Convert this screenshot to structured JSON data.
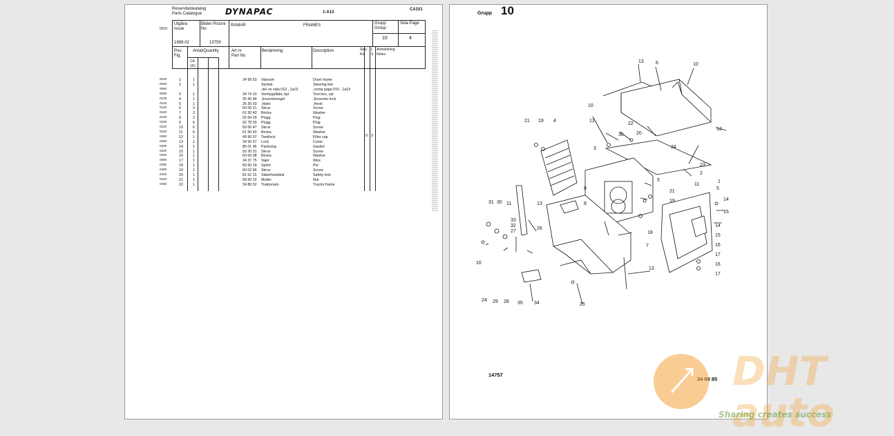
{
  "left_page": {
    "header_line1": "Reservdelskatalog",
    "header_line2": "Parts Catalogue",
    "brand": "DYNAPAC",
    "model_code": "1-A13",
    "model_code_right": "CA151",
    "page_marker": "0010",
    "issue_label": "Utgåva Issue",
    "issue_value": "1989-02",
    "picture_label": "Bilder Picture No",
    "picture_value": "13759",
    "group_sv": "RAMAR",
    "group_en": "FRAMES",
    "group_label": "Grupp Group",
    "group_value": "10",
    "page_label": "Sida Page",
    "page_value": "4",
    "col_pos": "Pos. Fig.",
    "col_qty": "Antal/Quantity",
    "col_qty_sub": "CA 151",
    "col_artnr": "Art nr Part No",
    "col_benamning": "Benämning",
    "col_description": "Description",
    "col_sats": "Sats Kit",
    "col_ls": "L S",
    "col_notes": "Anmärkning Notes",
    "rows": [
      {
        "code": "0020",
        "pos": "1",
        "qty": "1",
        "part": "34 99 53",
        "sv": "Valsram",
        "en": "Drum frame"
      },
      {
        "code": "0040",
        "pos": "2",
        "qty": "1",
        "part": "",
        "sv": "Styrled",
        "en": "Steering link"
      },
      {
        "code": "0060",
        "pos": "",
        "qty": "",
        "part": "",
        "sv": ",del se sida 010 , 1a19",
        "en": ",comp page 010 , 1a19"
      },
      {
        "code": "0080",
        "pos": "3",
        "qty": "1",
        "part": "34 74 10",
        "sv": "Verktygslåda, kpl",
        "en": "Tool box, cpl"
      },
      {
        "code": "0100",
        "pos": "4",
        "qty": "1",
        "part": "35 30 84",
        "sv": ",Excenterregel",
        "en": ",Excenter lock"
      },
      {
        "code": "0120",
        "pos": "5",
        "qty": "1",
        "part": "35 30 03",
        "sv": ",Hake",
        "en": ",Hook"
      },
      {
        "code": "0140",
        "pos": "6",
        "qty": "3",
        "part": "50 00 21",
        "sv": "Skruv",
        "en": "Screw"
      },
      {
        "code": "0160",
        "pos": "7",
        "qty": "3",
        "part": "61 50 43",
        "sv": "Bricka",
        "en": "Washer"
      },
      {
        "code": "0180",
        "pos": "8",
        "qty": "2",
        "part": "92 64 29",
        "sv": "Plugg",
        "en": "Plug"
      },
      {
        "code": "0200",
        "pos": "9",
        "qty": "6",
        "part": "92 78 93",
        "sv": "Plugg",
        "en": "Plug"
      },
      {
        "code": "0220",
        "pos": "10",
        "qty": "6",
        "part": "50 00 47",
        "sv": "Skruv",
        "en": "Screw"
      },
      {
        "code": "0240",
        "pos": "11",
        "qty": "6",
        "part": "61 50 43",
        "sv": "Bricka",
        "en": "Washer"
      },
      {
        "code": "0260",
        "pos": "12",
        "qty": "1",
        "part": "49 90 97",
        "sv": "Tanklock",
        "en": "Filler cap"
      },
      {
        "code": "0280",
        "pos": "13",
        "qty": "1",
        "part": "34 50 57",
        "sv": "Lock",
        "en": "Cover"
      },
      {
        "code": "0300",
        "pos": "14",
        "qty": "1",
        "part": "85 01 45",
        "sv": "Packning",
        "en": "Gasket"
      },
      {
        "code": "0320",
        "pos": "15",
        "qty": "1",
        "part": "50 20 31",
        "sv": "Skruv",
        "en": "Screw"
      },
      {
        "code": "0340",
        "pos": "16",
        "qty": "1",
        "part": "60 00 08",
        "sv": "Bricka",
        "en": "Washer"
      },
      {
        "code": "0360",
        "pos": "17",
        "qty": "1",
        "part": "34 37 75",
        "sv": "Vajer",
        "en": "Wire"
      },
      {
        "code": "0380",
        "pos": "18",
        "qty": "1",
        "part": "83 50 19",
        "sv": "Sprint",
        "en": "Pin"
      },
      {
        "code": "0400",
        "pos": "19",
        "qty": "1",
        "part": "50 02 66",
        "sv": "Skruv",
        "en": "Screw"
      },
      {
        "code": "0420",
        "pos": "20",
        "qty": "1",
        "part": "81 52 15",
        "sv": "Säkerhetslänk",
        "en": "Safety lock"
      },
      {
        "code": "0440",
        "pos": "21",
        "qty": "1",
        "part": "58 60 22",
        "sv": "Mutter",
        "en": "Nut"
      },
      {
        "code": "0460",
        "pos": "22",
        "qty": "1",
        "part": "34 89 52",
        "sv": "Traktorram",
        "en": "Tractor frame"
      }
    ],
    "kit_marks": [
      "0",
      "3"
    ]
  },
  "right_page": {
    "group_label": "Grupp",
    "group_value": "10",
    "drawing_number": "14757",
    "part_ref": "34 89 85",
    "callouts": [
      "1",
      "2",
      "3",
      "4",
      "5",
      "6",
      "7",
      "8",
      "9",
      "10",
      "11",
      "12",
      "13",
      "14",
      "15",
      "16",
      "17",
      "18",
      "19",
      "20",
      "21",
      "22",
      "23",
      "24",
      "25",
      "26",
      "27",
      "28",
      "29",
      "30",
      "31",
      "32",
      "33",
      "34",
      "35",
      "36"
    ]
  },
  "watermark": {
    "brand": "DHT auto",
    "tagline": "Sharing creates success"
  },
  "colors": {
    "background": "#e8e8e8",
    "page": "#ffffff",
    "ink": "#111111",
    "watermark_orange": "#f2a23a",
    "watermark_green": "#6fa04a"
  }
}
